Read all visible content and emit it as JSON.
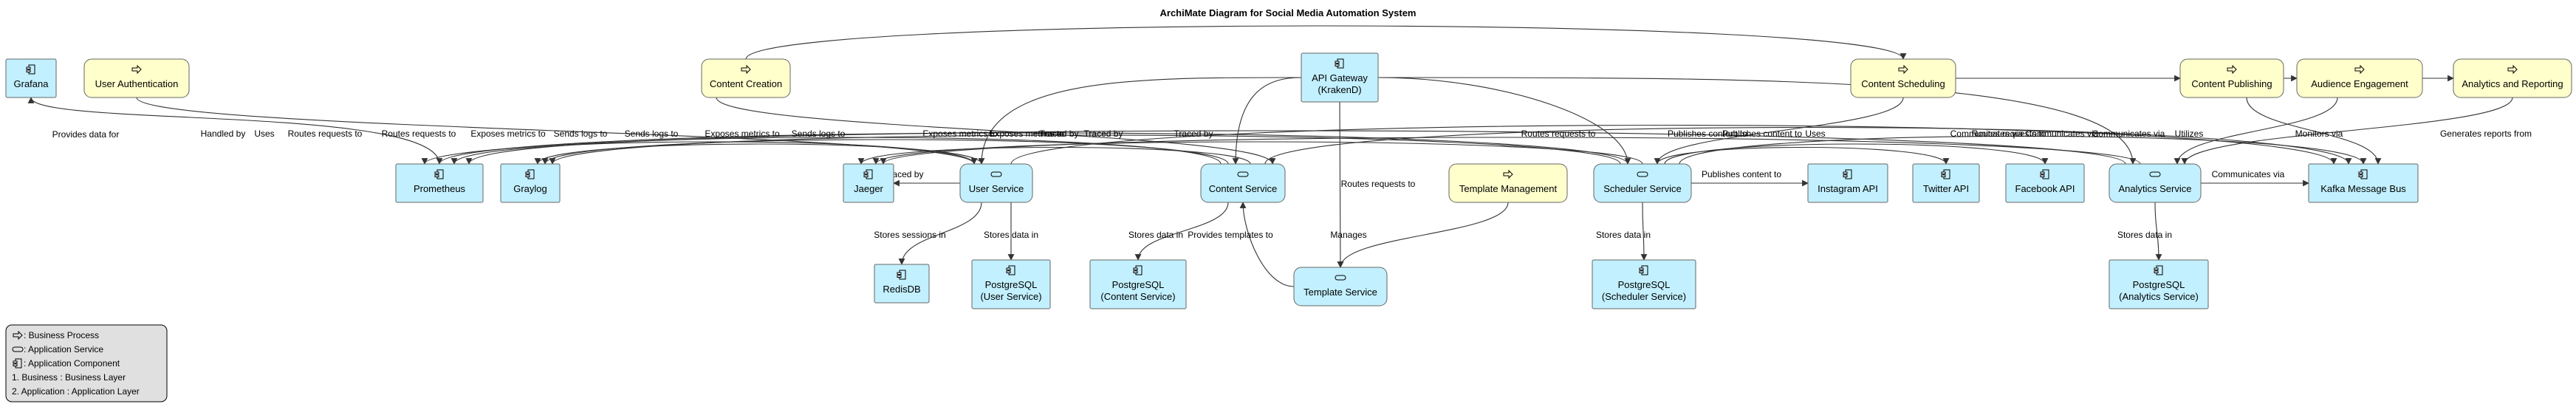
{
  "title": "ArchiMate Diagram for Social Media Automation System",
  "colors": {
    "business_fill": "#ffffcc",
    "application_fill": "#c2f0ff",
    "node_stroke": "#666666",
    "edge": "#333333",
    "legend_fill": "#e0e0e0"
  },
  "nodes": [
    {
      "id": "grafana",
      "kind": "component",
      "lines": [
        "Grafana"
      ]
    },
    {
      "id": "user_auth",
      "kind": "process",
      "lines": [
        "User Authentication"
      ]
    },
    {
      "id": "content_creation",
      "kind": "process",
      "lines": [
        "Content Creation"
      ]
    },
    {
      "id": "api_gateway",
      "kind": "component",
      "lines": [
        "API Gateway",
        "(KrakenD)"
      ]
    },
    {
      "id": "content_scheduling",
      "kind": "process",
      "lines": [
        "Content Scheduling"
      ]
    },
    {
      "id": "content_publishing",
      "kind": "process",
      "lines": [
        "Content Publishing"
      ]
    },
    {
      "id": "audience_engagement",
      "kind": "process",
      "lines": [
        "Audience Engagement"
      ]
    },
    {
      "id": "analytics_reporting",
      "kind": "process",
      "lines": [
        "Analytics and Reporting"
      ]
    },
    {
      "id": "prometheus",
      "kind": "component",
      "lines": [
        "Prometheus"
      ]
    },
    {
      "id": "graylog",
      "kind": "component",
      "lines": [
        "Graylog"
      ]
    },
    {
      "id": "jaeger",
      "kind": "component",
      "lines": [
        "Jaeger"
      ]
    },
    {
      "id": "user_service",
      "kind": "service",
      "lines": [
        "User Service"
      ]
    },
    {
      "id": "content_service",
      "kind": "service",
      "lines": [
        "Content Service"
      ]
    },
    {
      "id": "template_management",
      "kind": "process",
      "lines": [
        "Template Management"
      ]
    },
    {
      "id": "scheduler_service",
      "kind": "service",
      "lines": [
        "Scheduler Service"
      ]
    },
    {
      "id": "instagram_api",
      "kind": "component",
      "lines": [
        "Instagram API"
      ]
    },
    {
      "id": "twitter_api",
      "kind": "component",
      "lines": [
        "Twitter API"
      ]
    },
    {
      "id": "facebook_api",
      "kind": "component",
      "lines": [
        "Facebook API"
      ]
    },
    {
      "id": "analytics_service",
      "kind": "service",
      "lines": [
        "Analytics Service"
      ]
    },
    {
      "id": "kafka",
      "kind": "component",
      "lines": [
        "Kafka Message Bus"
      ]
    },
    {
      "id": "redis",
      "kind": "component",
      "lines": [
        "RedisDB"
      ]
    },
    {
      "id": "pg_user",
      "kind": "component",
      "lines": [
        "PostgreSQL",
        "(User Service)"
      ]
    },
    {
      "id": "pg_content",
      "kind": "component",
      "lines": [
        "PostgreSQL",
        "(Content Service)"
      ]
    },
    {
      "id": "template_service",
      "kind": "service",
      "lines": [
        "Template Service"
      ]
    },
    {
      "id": "pg_scheduler",
      "kind": "component",
      "lines": [
        "PostgreSQL",
        "(Scheduler Service)"
      ]
    },
    {
      "id": "pg_analytics",
      "kind": "component",
      "lines": [
        "PostgreSQL",
        "(Analytics Service)"
      ]
    }
  ],
  "edges": [
    {
      "from": "prometheus",
      "to": "grafana",
      "label": "Provides data for"
    },
    {
      "from": "user_auth",
      "to": "user_service",
      "label": "Handled by"
    },
    {
      "from": "content_creation",
      "to": "content_service",
      "label": "Uses"
    },
    {
      "from": "content_creation",
      "to": "content_scheduling",
      "label": ""
    },
    {
      "from": "content_scheduling",
      "to": "content_publishing",
      "label": ""
    },
    {
      "from": "content_publishing",
      "to": "audience_engagement",
      "label": ""
    },
    {
      "from": "audience_engagement",
      "to": "analytics_reporting",
      "label": ""
    },
    {
      "from": "api_gateway",
      "to": "user_service",
      "label": "Routes requests to"
    },
    {
      "from": "api_gateway",
      "to": "content_service",
      "label": "Routes requests to"
    },
    {
      "from": "api_gateway",
      "to": "scheduler_service",
      "label": "Routes requests to"
    },
    {
      "from": "api_gateway",
      "to": "analytics_service",
      "label": "Routes requests to"
    },
    {
      "from": "api_gateway",
      "to": "template_service",
      "label": "Routes requests to"
    },
    {
      "from": "user_service",
      "to": "prometheus",
      "label": "Exposes metrics to"
    },
    {
      "from": "user_service",
      "to": "graylog",
      "label": "Sends logs to"
    },
    {
      "from": "content_service",
      "to": "graylog",
      "label": "Sends logs to"
    },
    {
      "from": "content_service",
      "to": "prometheus",
      "label": "Exposes metrics to"
    },
    {
      "from": "scheduler_service",
      "to": "graylog",
      "label": "Sends logs to"
    },
    {
      "from": "user_service",
      "to": "jaeger",
      "label": "Traced by"
    },
    {
      "from": "scheduler_service",
      "to": "prometheus",
      "label": "Exposes metrics to"
    },
    {
      "from": "analytics_service",
      "to": "prometheus",
      "label": "Exposes metrics to"
    },
    {
      "from": "scheduler_service",
      "to": "jaeger",
      "label": "Traced by"
    },
    {
      "from": "analytics_service",
      "to": "jaeger",
      "label": "Traced by"
    },
    {
      "from": "content_service",
      "to": "jaeger",
      "label": "Traced by"
    },
    {
      "from": "scheduler_service",
      "to": "twitter_api",
      "label": "Publishes content to"
    },
    {
      "from": "scheduler_service",
      "to": "facebook_api",
      "label": "Publishes content to"
    },
    {
      "from": "scheduler_service",
      "to": "instagram_api",
      "label": "Publishes content to"
    },
    {
      "from": "content_scheduling",
      "to": "scheduler_service",
      "label": "Uses"
    },
    {
      "from": "user_service",
      "to": "kafka",
      "label": "Communicates via"
    },
    {
      "from": "content_service",
      "to": "kafka",
      "label": "Communicates via"
    },
    {
      "from": "scheduler_service",
      "to": "kafka",
      "label": "Communicates via"
    },
    {
      "from": "analytics_service",
      "to": "kafka",
      "label": "Communicates via"
    },
    {
      "from": "content_publishing",
      "to": "kafka",
      "label": "Utilizes"
    },
    {
      "from": "audience_engagement",
      "to": "analytics_service",
      "label": "Monitors via"
    },
    {
      "from": "analytics_reporting",
      "to": "analytics_service",
      "label": "Generates reports from"
    },
    {
      "from": "user_service",
      "to": "redis",
      "label": "Stores sessions in"
    },
    {
      "from": "user_service",
      "to": "pg_user",
      "label": "Stores data in"
    },
    {
      "from": "content_service",
      "to": "pg_content",
      "label": "Stores data in"
    },
    {
      "from": "template_service",
      "to": "content_service",
      "label": "Provides templates to"
    },
    {
      "from": "template_management",
      "to": "template_service",
      "label": "Manages"
    },
    {
      "from": "scheduler_service",
      "to": "pg_scheduler",
      "label": "Stores data in"
    },
    {
      "from": "analytics_service",
      "to": "pg_analytics",
      "label": "Stores data in"
    }
  ],
  "legend": {
    "items": [
      {
        "kind": "process",
        "text": " : Business Process"
      },
      {
        "kind": "service",
        "text": " : Application Service"
      },
      {
        "kind": "component",
        "text": " : Application Component"
      },
      {
        "kind": "",
        "text": "1. Business : Business Layer"
      },
      {
        "kind": "",
        "text": "2. Application : Application Layer"
      }
    ]
  }
}
